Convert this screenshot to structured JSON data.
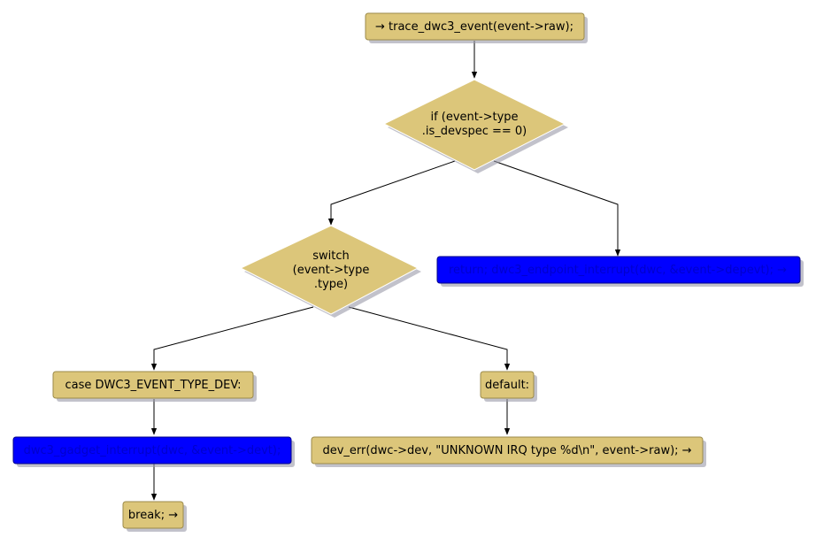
{
  "nodes": {
    "start": {
      "text": "→ trace_dwc3_event(event->raw);"
    },
    "decision_devspec": {
      "lines": [
        "if (event->type",
        ".is_devspec == 0)"
      ]
    },
    "endpoint_return": {
      "text": "return; dwc3_endpoint_interrupt(dwc, &event->depevt); →",
      "highlighted": true
    },
    "switch_type": {
      "lines": [
        "switch",
        "(event->type",
        ".type)"
      ]
    },
    "case_dev": {
      "text": "case DWC3_EVENT_TYPE_DEV:"
    },
    "default_case": {
      "text": "default:"
    },
    "gadget_interrupt": {
      "text": "dwc3_gadget_interrupt(dwc, &event->devt);",
      "highlighted": true
    },
    "dev_err": {
      "text": "dev_err(dwc->dev, \"UNKNOWN IRQ type %d\\n\", event->raw); →"
    },
    "break_stmt": {
      "text": "break; →"
    }
  },
  "colors": {
    "node_fill": "#dcc67a",
    "highlight_fill": "#0000ff",
    "highlight_text": "#0000cc",
    "edge": "#000000"
  }
}
